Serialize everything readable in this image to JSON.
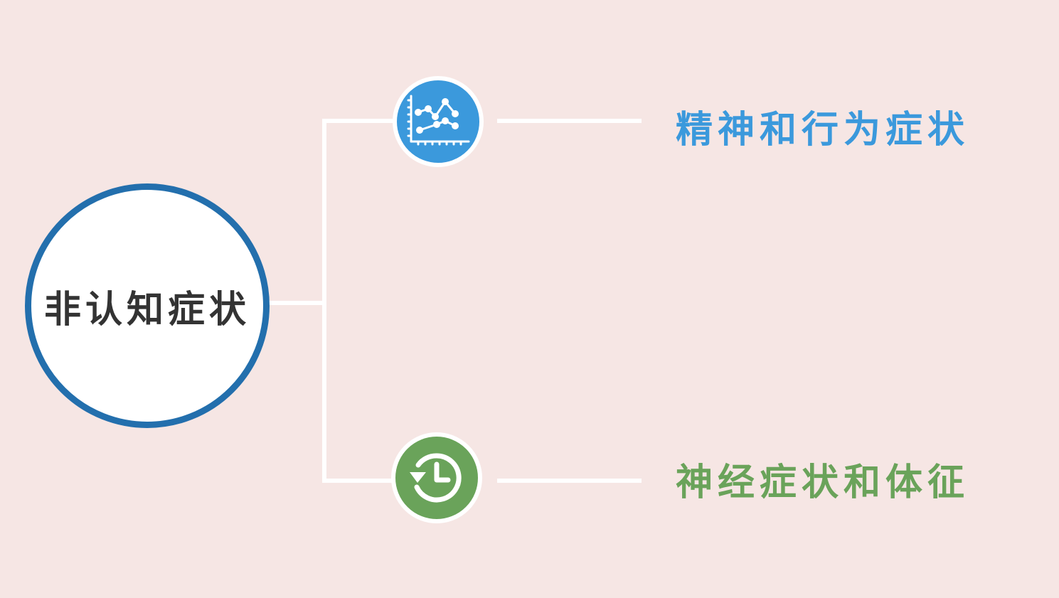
{
  "root": {
    "label": "非认知症状",
    "border_color": "#236fad"
  },
  "branches": [
    {
      "label": "精神和行为症状",
      "icon": "line-chart-icon",
      "color": "#3b99dc"
    },
    {
      "label": "神经症状和体征",
      "icon": "history-clock-icon",
      "color": "#6aa35a"
    }
  ],
  "colors": {
    "background": "#f6e6e4",
    "connector": "#ffffff",
    "root_text": "#333333"
  }
}
